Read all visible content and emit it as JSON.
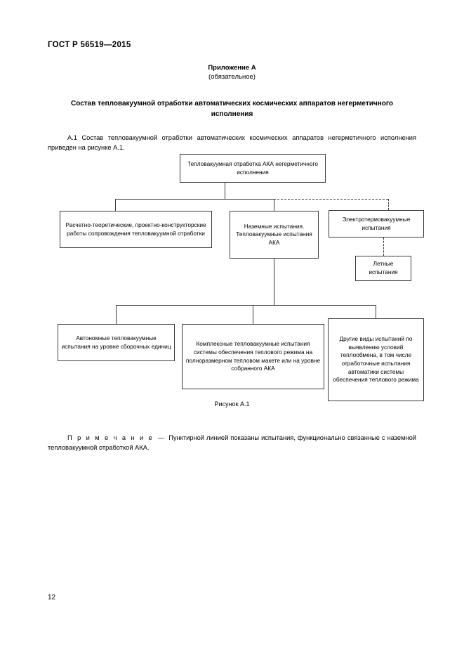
{
  "document": {
    "header": "ГОСТ Р 56519—2015",
    "page_number": "12"
  },
  "annex": {
    "label": "Приложение А",
    "kind": "(обязательное)",
    "title": "Состав тепловакуумной отработки автоматических космических аппаратов негерметичного исполнения"
  },
  "paragraphs": {
    "intro": "А.1 Состав тепловакуумной отработки автоматических космических аппаратов негерметичного исполнения приведен на рисунке А.1.",
    "note_word": "П р и м е ч а н и е",
    "note_dash": "—",
    "note_text": "Пунктирной линией показаны испытания, функционально связанные с наземной тепловакуумной отработкой АКА."
  },
  "figure": {
    "caption": "Рисунок А.1",
    "boxes": {
      "root": "Тепловакуумная отработка АКА негерметичного исполнения",
      "design_work": "Расчетно-теоретические, проектно-конструкторские работы сопровождения тепловакуумной отработки",
      "ground_tests": "Наземные испытания. Тепловакуумные испытания АКА",
      "electro_thermal_vacuum": "Электротермовакуумные испытания",
      "flight_tests": "Летные испытания",
      "autonomous_tests": "Автономные тепловакуумные испытания на уровне сборочных единиц",
      "complex_tests": "Комплексные тепловакуумные испытания системы обеспечения теплового режима на полноразмерном тепловом макете или на уровне собранного АКА",
      "other_tests": "Другие виды испытаний по выявлению условий теплообмена, в том числе отработочные испытания автоматики системы обеспечения теплового режима"
    }
  },
  "colors": {
    "line": "#3a3a3a",
    "text": "#000000",
    "background": "#ffffff"
  }
}
